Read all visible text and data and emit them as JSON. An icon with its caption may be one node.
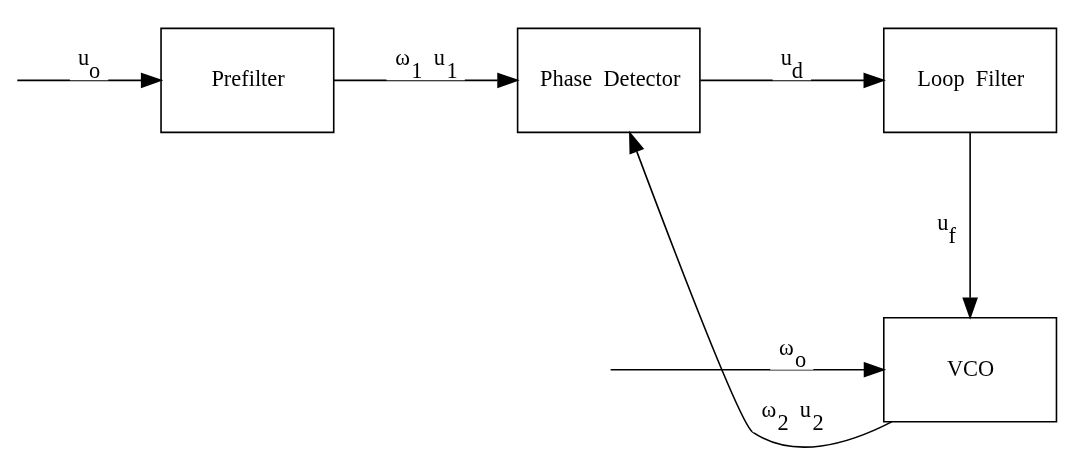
{
  "diagram": {
    "nodes": [
      {
        "text": [
          "Prefilter"
        ]
      },
      {
        "text": [
          "Phase Detector"
        ]
      },
      {
        "text": [
          "Loop Filter"
        ]
      },
      {
        "text": [
          "VCO"
        ]
      }
    ],
    "edges": [
      {
        "from": null,
        "to": 0,
        "arrow": "to",
        "label": "u$_{o}$"
      },
      {
        "from": 0,
        "to": 1,
        "arrow": "to",
        "label": "ω$_{1}$ u$_{1}$"
      },
      {
        "from": 1,
        "to": 2,
        "arrow": "to",
        "label": "u$_{d}$"
      },
      {
        "from": 2,
        "to": 3,
        "arrow": "to",
        "label": "u$_{f}$"
      },
      {
        "from": 3,
        "to": 1,
        "arrow": "to",
        "label": "ω$_{2}$ u$_{2}$"
      },
      {
        "from": null,
        "to": 3,
        "arrow": "to",
        "label": "ω$_{o}$"
      }
    ]
  }
}
